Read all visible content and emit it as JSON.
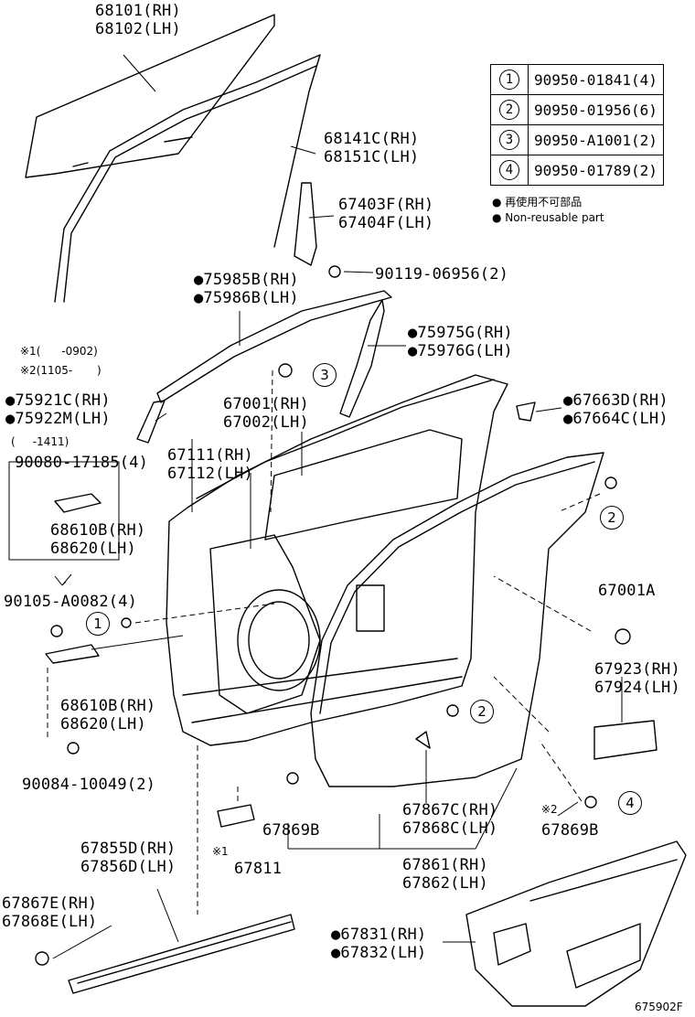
{
  "labels": {
    "glass": [
      "68101(RH)",
      "68102(LH)"
    ],
    "run": [
      "68141C(RH)",
      "68151C(LH)"
    ],
    "sash": [
      "67403F(RH)",
      "67404F(LH)"
    ],
    "bolt1": "90119-06956(2)",
    "weather_b": [
      "●75985B(RH)",
      "●75986B(LH)"
    ],
    "weather_g": [
      "●75975G(RH)",
      "●75976G(LH)"
    ],
    "weather_c": [
      "●75921C(RH)",
      "●75922M(LH)"
    ],
    "door": [
      "67001(RH)",
      "67002(LH)"
    ],
    "panel": [
      "67111(RH)",
      "67112(LH)"
    ],
    "clip_d": [
      "●67663D(RH)",
      "●67664C(LH)"
    ],
    "box_bolt": "90080-17185(4)",
    "check_upper": [
      "68610B(RH)",
      "68620(LH)"
    ],
    "bolt2": "90105-A0082(4)",
    "check_lower": [
      "68610B(RH)",
      "68620(LH)"
    ],
    "bolt3": "90084-10049(2)",
    "plug": "67001A",
    "pad": [
      "67923(RH)",
      "67924(LH)"
    ],
    "clip_b_left": "67869B",
    "clip_b_right": "67869B",
    "weatherstrip_c": [
      "67867C(RH)",
      "67868C(LH)"
    ],
    "weatherstrip": [
      "67861(RH)",
      "67862(LH)"
    ],
    "protector_d": [
      "67855D(RH)",
      "67856D(LH)"
    ],
    "protector_e": [
      "67867E(RH)",
      "67868E(LH)"
    ],
    "seal": "67811",
    "trim": [
      "●67831(RH)",
      "●67832(LH)"
    ]
  },
  "legend": {
    "rows": [
      {
        "num": "1",
        "part": "90950-01841(4)"
      },
      {
        "num": "2",
        "part": "90950-01956(6)"
      },
      {
        "num": "3",
        "part": "90950-A1001(2)"
      },
      {
        "num": "4",
        "part": "90950-01789(2)"
      }
    ],
    "note_jp": "● 再使用不可部品",
    "note_en": "● Non-reusable part"
  },
  "notes": {
    "n1": "※1(      -0902)",
    "n2": "※2(1105-       )",
    "n3": "(     -1411)",
    "mark1": "※1",
    "mark2": "※2"
  },
  "callouts": {
    "c3": "3",
    "c2a": "2",
    "c1": "1",
    "c2b": "2",
    "c4": "4"
  },
  "figure_code": "675902F"
}
